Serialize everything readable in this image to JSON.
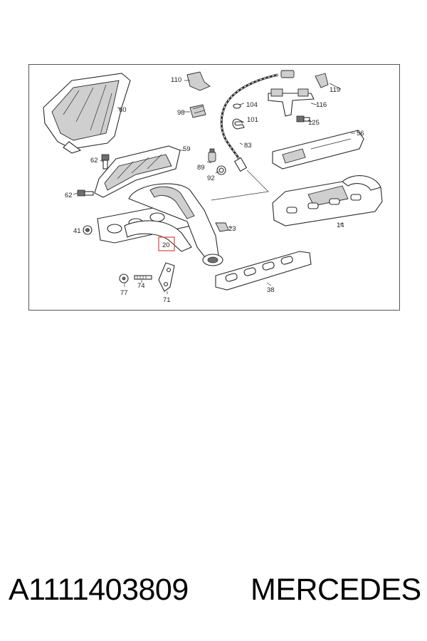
{
  "diagram": {
    "callouts": {
      "p110": "110",
      "p119": "119",
      "p104": "104",
      "p116": "116",
      "p98": "98",
      "p101": "101",
      "p125": "125",
      "p60": "60",
      "p56": "56",
      "p83": "83",
      "p59": "59",
      "p62a": "62",
      "p89": "89",
      "p92": "92",
      "p62b": "62",
      "p41": "41",
      "p23": "23",
      "p14": "14",
      "p20": "20",
      "p77": "77",
      "p74": "74",
      "p71": "71",
      "p38": "38"
    },
    "highlight_color": "#d9534f"
  },
  "footer": {
    "part_number": "A1111403809",
    "brand": "MERCEDES"
  }
}
